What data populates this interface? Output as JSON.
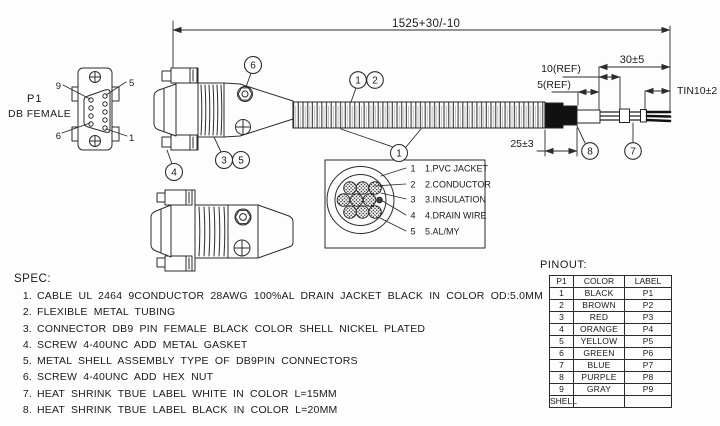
{
  "face_view": {
    "designator": "P1",
    "label": "DB FEMALE",
    "pins": {
      "top_left": "9",
      "top_right": "5",
      "bottom_left": "6",
      "bottom_right": "1"
    }
  },
  "dimensions": {
    "overall": "1525+30/-10",
    "strip": "30±5",
    "ref10": "10(REF)",
    "ref5": "5(REF)",
    "tin": "TIN10±2",
    "shrink": "25±3"
  },
  "callouts": {
    "n1": "1",
    "n2": "2",
    "n3": "3",
    "n4": "4",
    "n5": "5",
    "n6": "6",
    "n7": "7",
    "n8": "8"
  },
  "cross_section": {
    "callout": "1",
    "legend": [
      {
        "num": "1",
        "text": "1.PVC JACKET"
      },
      {
        "num": "2",
        "text": "2.CONDUCTOR"
      },
      {
        "num": "3",
        "text": "3.INSULATION"
      },
      {
        "num": "4",
        "text": "4.DRAIN WIRE"
      },
      {
        "num": "5",
        "text": "5.AL/MY"
      }
    ]
  },
  "spec": {
    "title": "SPEC:",
    "items": [
      {
        "num": "1.",
        "text": "CABLE UL 2464 9CONDUCTOR 28AWG 100%AL DRAIN JACKET BLACK IN COLOR OD:5.0MM"
      },
      {
        "num": "2.",
        "text": "FLEXIBLE METAL TUBING"
      },
      {
        "num": "3.",
        "text": "CONNECTOR DB9 PIN FEMALE BLACK COLOR SHELL NICKEL PLATED"
      },
      {
        "num": "4.",
        "text": "SCREW 4-40UNC ADD METAL GASKET"
      },
      {
        "num": "5.",
        "text": "METAL SHELL ASSEMBLY TYPE OF DB9PIN CONNECTORS"
      },
      {
        "num": "6.",
        "text": "SCREW 4-40UNC ADD HEX NUT"
      },
      {
        "num": "7.",
        "text": "HEAT SHRINK TBUE LABEL WHITE IN COLOR L=15MM"
      },
      {
        "num": "8.",
        "text": "HEAT SHRINK TBUE LABEL BLACK IN COLOR L=20MM"
      }
    ]
  },
  "pinout": {
    "title": "PINOUT:",
    "headers": {
      "pin": "P1",
      "color": "COLOR",
      "label": "LABEL"
    },
    "rows": [
      {
        "pin": "1",
        "color": "BLACK",
        "label": "P1"
      },
      {
        "pin": "2",
        "color": "BROWN",
        "label": "P2"
      },
      {
        "pin": "3",
        "color": "RED",
        "label": "P3"
      },
      {
        "pin": "4",
        "color": "ORANGE",
        "label": "P4"
      },
      {
        "pin": "5",
        "color": "YELLOW",
        "label": "P5"
      },
      {
        "pin": "6",
        "color": "GREEN",
        "label": "P6"
      },
      {
        "pin": "7",
        "color": "BLUE",
        "label": "P7"
      },
      {
        "pin": "8",
        "color": "PURPLE",
        "label": "P8"
      },
      {
        "pin": "9",
        "color": "GRAY",
        "label": "P9"
      },
      {
        "pin": "SHELL",
        "color": "",
        "label": ""
      }
    ]
  },
  "colors": {
    "line": "#2b2b2b",
    "ink": "#1a1a1a",
    "paper": "#fdfdfd",
    "heatshrink": "#111111"
  }
}
